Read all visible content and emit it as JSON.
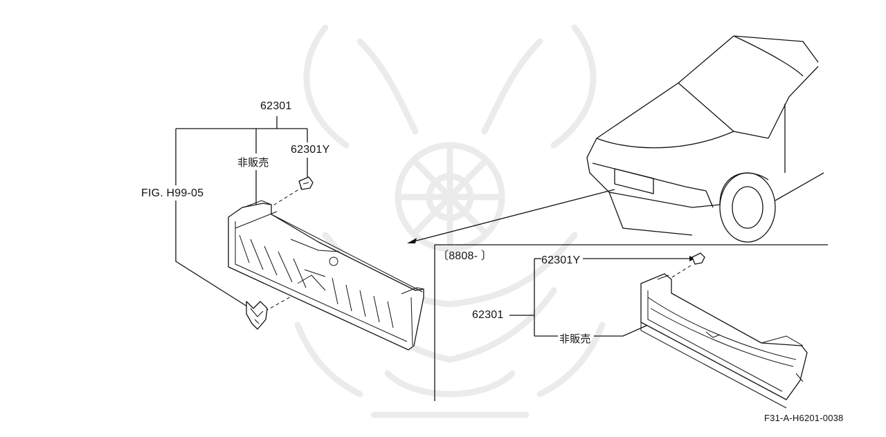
{
  "labels": {
    "main_part": "62301",
    "clip_part": "62301Y",
    "not_sold": "非販売",
    "fig_ref": "FIG. H99-05",
    "inset_date": "〔8808-        〕",
    "inset_clip_part": "62301Y",
    "inset_main_part": "62301",
    "inset_not_sold": "非販売",
    "drawing_code": "F31-A-H6201-0038"
  },
  "colors": {
    "ink": "#111111",
    "watermark": "#ebebeb",
    "background": "#ffffff"
  }
}
